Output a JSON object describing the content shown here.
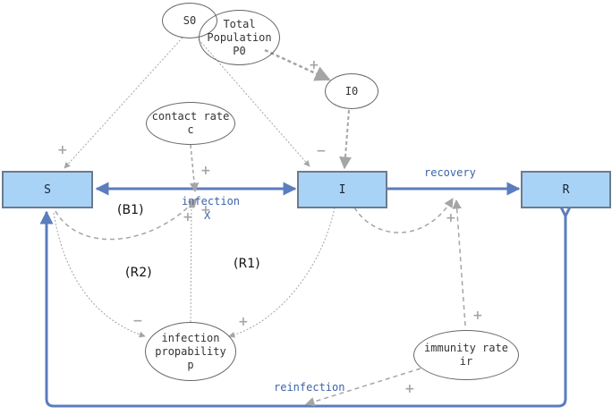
{
  "stocks": {
    "s": "S",
    "i": "I",
    "r": "R"
  },
  "auxiliaries": {
    "s0": "S0",
    "total_population": "Total\nPopulation\nP0",
    "i0": "I0",
    "contact_rate": "contact rate\nc",
    "infection_probability": "infection\npropability\np",
    "immunity_rate": "immunity rate\nir"
  },
  "flows": {
    "infection": "infection",
    "infection_sub": "X",
    "recovery": "recovery",
    "reinfection": "reinfection"
  },
  "loops": {
    "b1": "(B1)",
    "r1": "(R1)",
    "r2": "(R2)"
  },
  "polarity": {
    "plus": "+",
    "minus": "−"
  },
  "colors": {
    "flow": "#5b7dbd",
    "link": "#a5a5a5",
    "stock_fill": "#a9d3f6"
  }
}
